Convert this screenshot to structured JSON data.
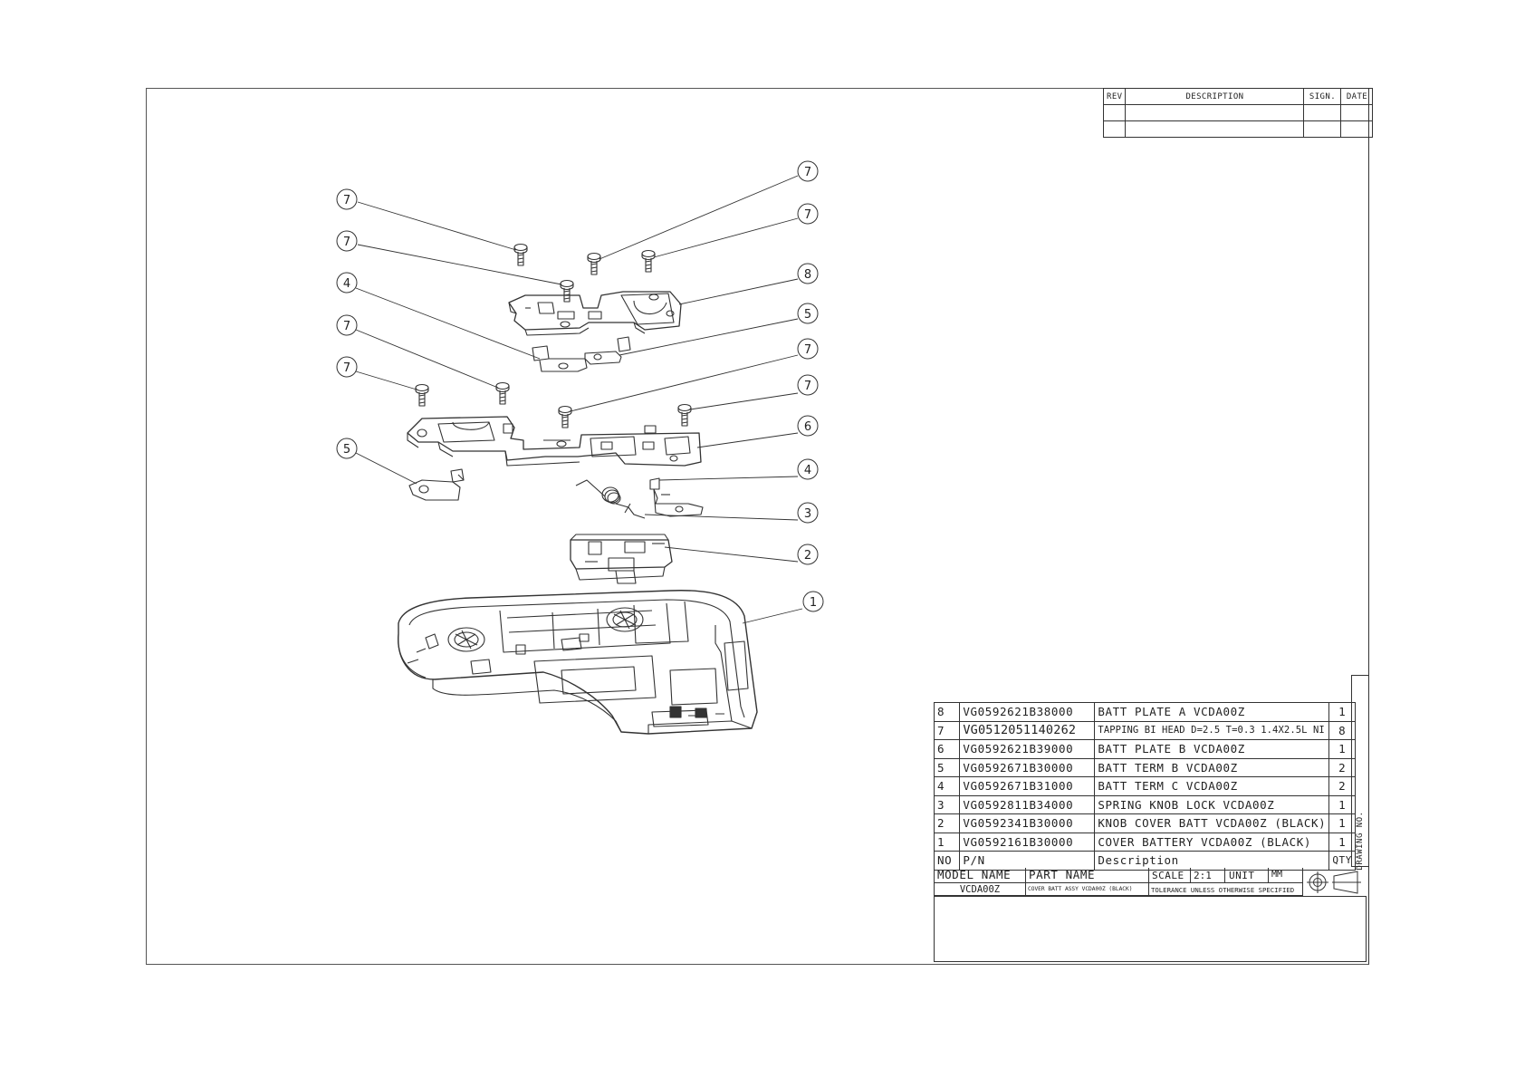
{
  "revision_block": {
    "headers": [
      "REV",
      "DESCRIPTION",
      "SIGN.",
      "DATE"
    ]
  },
  "balloons": {
    "b1": "1",
    "b2": "2",
    "b3": "3",
    "b4a": "4",
    "b4b": "4",
    "b5a": "5",
    "b5b": "5",
    "b6": "6",
    "b7a": "7",
    "b7b": "7",
    "b7c": "7",
    "b7d": "7",
    "b7e": "7",
    "b7f": "7",
    "b7g": "7",
    "b7h": "7",
    "b8": "8"
  },
  "bom": {
    "rows": [
      {
        "no": "8",
        "pn": "VG0592621B38000",
        "desc": "BATT PLATE A VCDA00Z",
        "qty": "1"
      },
      {
        "no": "7",
        "pn": "VG0512051140262",
        "desc": "TAPPING BI HEAD D=2.5 T=0.3 1.4X2.5L NI",
        "qty": "8"
      },
      {
        "no": "6",
        "pn": "VG0592621B39000",
        "desc": "BATT PLATE B VCDA00Z",
        "qty": "1"
      },
      {
        "no": "5",
        "pn": "VG0592671B30000",
        "desc": "BATT TERM B VCDA00Z",
        "qty": "2"
      },
      {
        "no": "4",
        "pn": "VG0592671B31000",
        "desc": "BATT TERM C VCDA00Z",
        "qty": "2"
      },
      {
        "no": "3",
        "pn": "VG0592811B34000",
        "desc": "SPRING KNOB LOCK VCDA00Z",
        "qty": "1"
      },
      {
        "no": "2",
        "pn": "VG0592341B30000",
        "desc": "KNOB COVER BATT VCDA00Z (BLACK)",
        "qty": "1"
      },
      {
        "no": "1",
        "pn": "VG0592161B30000",
        "desc": "COVER BATTERY VCDA00Z (BLACK)",
        "qty": "1"
      }
    ],
    "header": {
      "no": "NO",
      "pn": "P/N",
      "desc": "Description",
      "qty": "QTY"
    }
  },
  "title_block": {
    "model_name_label": "MODEL NAME",
    "model_name_value": "VCDA00Z",
    "part_name_label": "PART NAME",
    "part_name_value": "COVER BATT ASSY VCDA00Z (BLACK)",
    "scale_label": "SCALE",
    "scale_value": "2:1",
    "unit_label": "UNIT",
    "unit_value": "MM",
    "tolerance_note": "TOLERANCE UNLESS OTHERWISE SPECIFIED",
    "drawing_no_label": "DRAWING NO."
  }
}
